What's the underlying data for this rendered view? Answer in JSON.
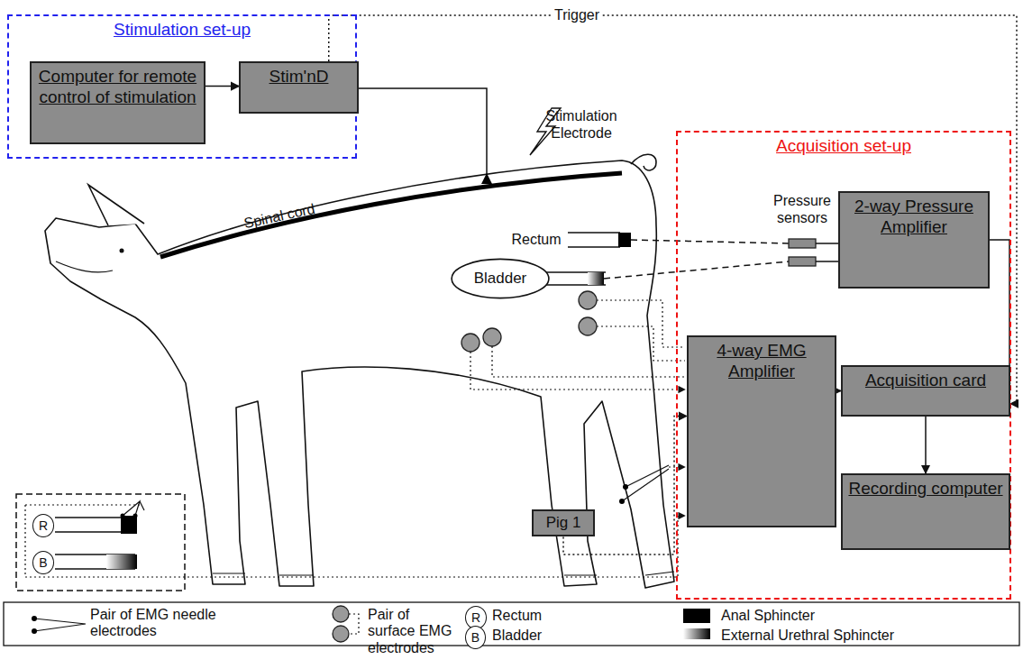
{
  "diagram": {
    "nodes": [
      {
        "text": [
          "Stimulation set-up"
        ]
      },
      {
        "text": [
          "Computer for remote control of stimulation"
        ],
        "in": 0
      },
      {
        "text": [
          "Stim'nD"
        ],
        "in": 0
      },
      {
        "text": [
          "Bladder"
        ]
      },
      {
        "text": [
          "Acquisition set-up"
        ]
      },
      {
        "text": [
          "2-way Pressure Amplifier"
        ],
        "in": 4
      },
      {
        "text": [
          "4-way EMG Amplifier"
        ],
        "in": 4
      },
      {
        "text": [
          "Acquisition card"
        ],
        "in": 4
      },
      {
        "text": [
          "Recording computer"
        ],
        "in": 4
      },
      {
        "text": [
          "Pig 1"
        ]
      },
      {
        "text": [
          "R"
        ]
      },
      {
        "text": [
          "B"
        ]
      },
      {
        "text": [
          "R"
        ]
      },
      {
        "text": [
          "B"
        ]
      }
    ],
    "edges": [
      {
        "from": 1,
        "to": 2,
        "arrow": "to"
      },
      {
        "from": 2,
        "to": 7,
        "label": "Trigger",
        "arrow": "to"
      },
      {
        "from": 5,
        "to": 7,
        "arrow": "to"
      },
      {
        "from": 6,
        "to": 7,
        "arrow": "to"
      },
      {
        "from": 7,
        "to": 8,
        "arrow": "to"
      },
      {
        "from": 9,
        "to": 6,
        "arrow": "to"
      }
    ],
    "labels": [
      "Stimulation Electrode",
      "Spinal cord",
      "Rectum",
      "Pressure sensors"
    ],
    "legend": [
      {
        "text": "Pair of EMG needle electrodes"
      },
      {
        "text": "Pair of surface EMG electrodes"
      },
      {
        "text": "Rectum"
      },
      {
        "text": "Bladder"
      },
      {
        "text": "Anal Sphincter",
        "color": "#000000"
      },
      {
        "text": "External Urethral Sphincter"
      }
    ]
  }
}
